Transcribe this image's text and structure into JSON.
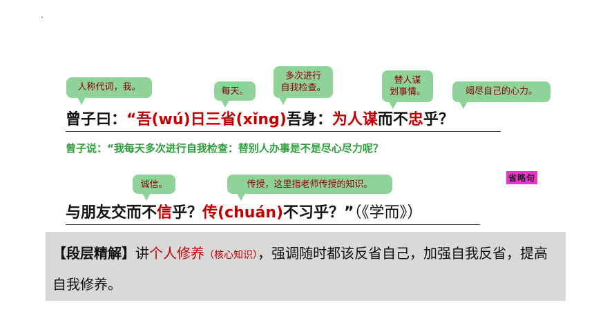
{
  "bubbles": {
    "b1": "人称代词，我。",
    "b2": "每天。",
    "b3_line1": "多次进行",
    "b3_line2": "自我检查。",
    "b4_line1": "替人谋",
    "b4_line2": "划事情。",
    "b5": "竭尽自己的心力。",
    "b6": "诚信。",
    "b7": "传授，这里指老师传授的知识。"
  },
  "text1": {
    "p1": "曾子曰：",
    "p2": "“吾(wú)日三省(xǐng)",
    "p3": "吾身：",
    "p4": "为人谋",
    "p5": "而不",
    "p6": "忠",
    "p7": "乎？"
  },
  "translation": "曾子说：“我每天多次进行自我检查：替别人办事是不是尽心尽力呢？",
  "tag": "省略句",
  "text2": {
    "p1": "与朋友交而不",
    "p2": "信",
    "p3": "乎？",
    "p4": "传(chuán)",
    "p5": "不习乎？”",
    "p6": "（《学而》）"
  },
  "summary": {
    "head": "【段层精解】",
    "p1": "讲",
    "hl": "个人修养",
    "small": "（核心知识）",
    "p2": "，强调随时都该反省自己，加强自我反省，提高自我修养。"
  }
}
